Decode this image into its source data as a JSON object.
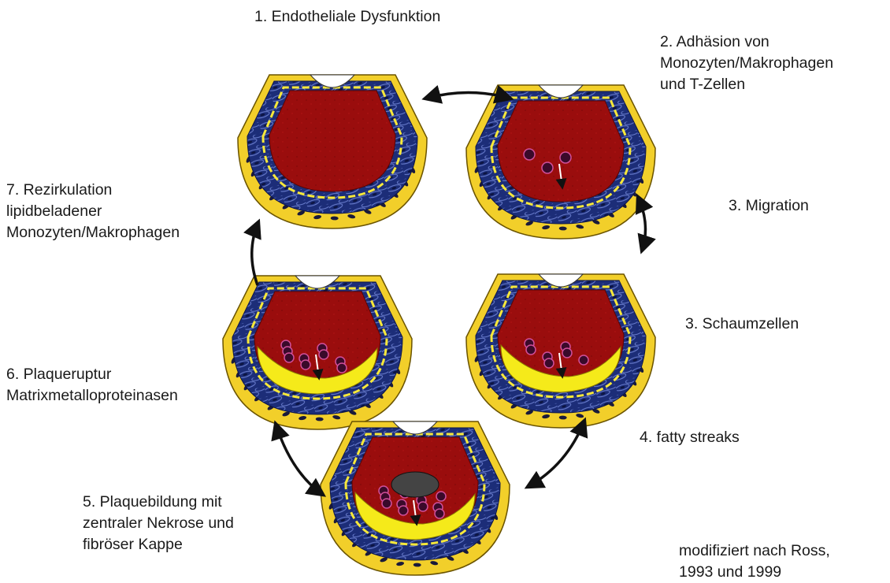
{
  "colors": {
    "blood": "#9a0d0d",
    "blood_dark": "#5a0505",
    "muscle": "#1c2d78",
    "muscle_line": "#6b7fd0",
    "adventitia": "#f2cf2a",
    "elastica": "#f7e83a",
    "cell_core": "#1a1a3a",
    "arrow": "#111111"
  },
  "stages": [
    {
      "id": "stage-1",
      "lines": [
        "1. Endotheliale Dysfunktion"
      ]
    },
    {
      "id": "stage-2",
      "lines": [
        "2. Adhäsion von",
        "Monozyten/Makrophagen",
        "und T-Zellen"
      ]
    },
    {
      "id": "stage-3a",
      "lines": [
        "3. Migration"
      ]
    },
    {
      "id": "stage-3b",
      "lines": [
        "3. Schaumzellen"
      ]
    },
    {
      "id": "stage-4",
      "lines": [
        "4. fatty streaks"
      ]
    },
    {
      "id": "stage-5",
      "lines": [
        "5. Plaquebildung mit",
        "zentraler Nekrose und",
        "fibröser Kappe"
      ]
    },
    {
      "id": "stage-6",
      "lines": [
        "6. Plaqueruptur",
        "Matrixmetalloproteinasen"
      ]
    },
    {
      "id": "stage-7",
      "lines": [
        "7. Rezirkulation",
        "lipidbeladener",
        "Monozyten/Makrophagen"
      ]
    }
  ],
  "source_note": [
    "modifiziert nach Ross,",
    "1993 und 1999"
  ]
}
